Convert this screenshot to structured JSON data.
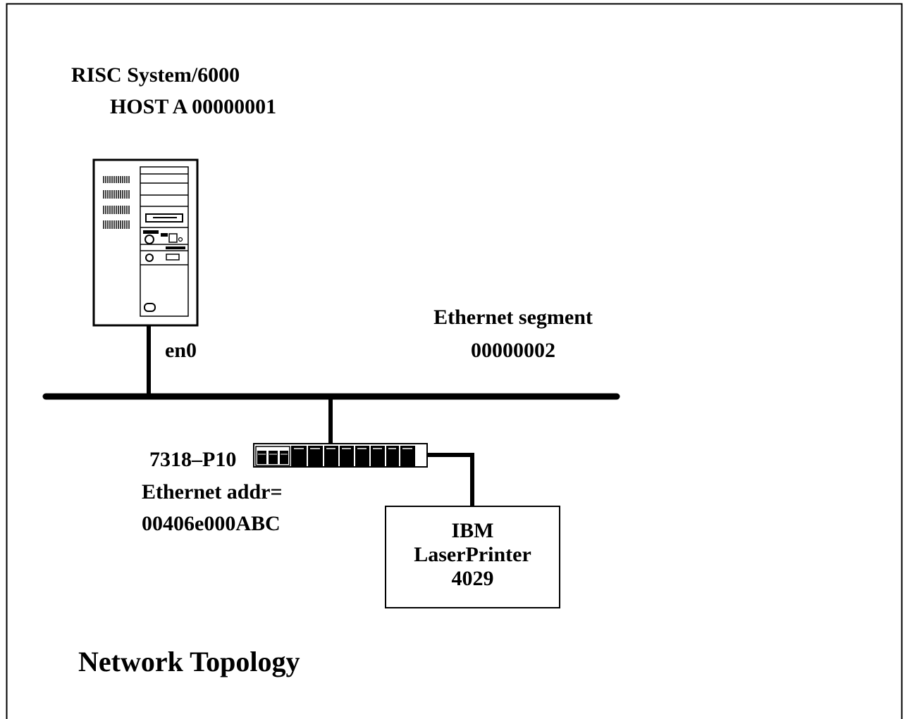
{
  "host": {
    "model": "RISC System/6000",
    "name_line": "HOST A  00000001",
    "interface": "en0"
  },
  "ethernet": {
    "line1": "Ethernet segment",
    "line2": "00000002"
  },
  "print_server": {
    "model": "7318–P10",
    "addr_line1": "Ethernet addr=",
    "addr_line2": "00406e000ABC"
  },
  "printer": {
    "line1": "IBM",
    "line2": "LaserPrinter",
    "line3": "4029"
  },
  "caption": "Network Topology"
}
